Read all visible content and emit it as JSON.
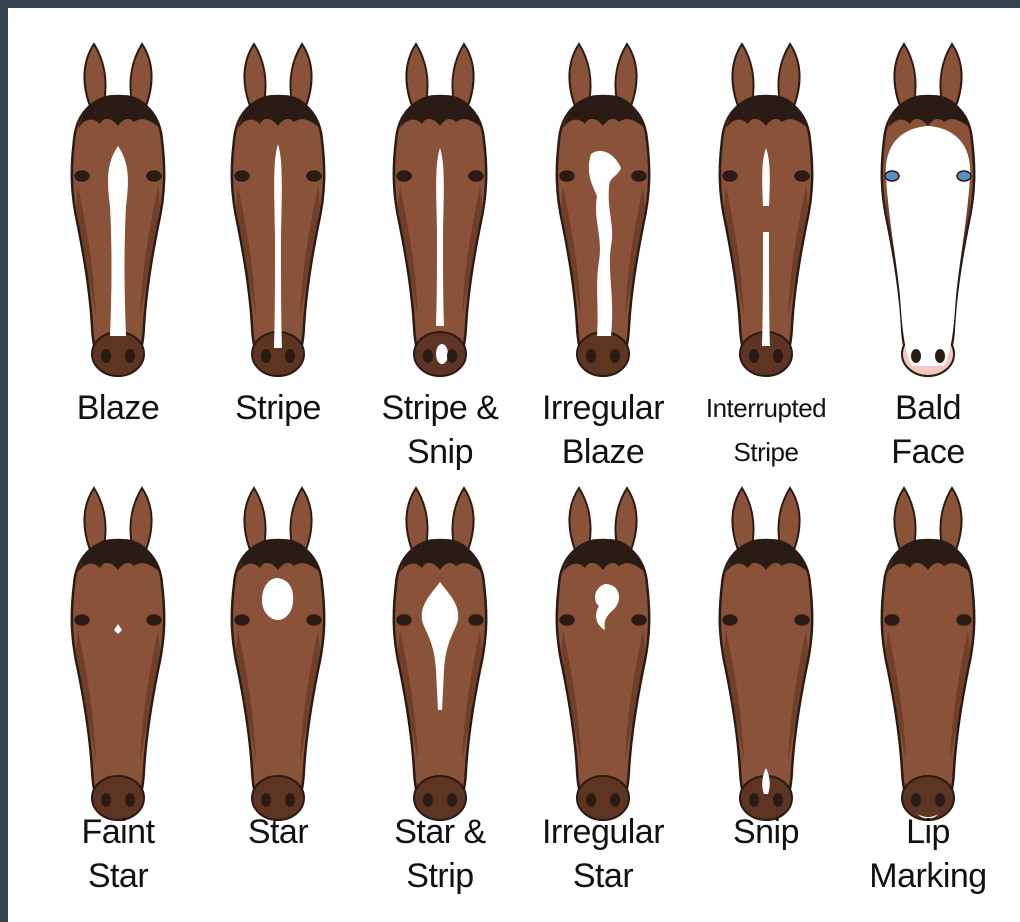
{
  "rows": [
    {
      "items": [
        {
          "marking": "blaze",
          "label_lines": [
            "Blaze"
          ]
        },
        {
          "marking": "stripe",
          "label_lines": [
            "Stripe"
          ]
        },
        {
          "marking": "stripe-snip",
          "label_lines": [
            "Stripe &",
            "Snip"
          ]
        },
        {
          "marking": "irregular-blaze",
          "label_lines": [
            "Irregular",
            "Blaze"
          ]
        },
        {
          "marking": "interrupted-stripe",
          "label_lines": [
            "Interrupted",
            "Stripe"
          ]
        },
        {
          "marking": "bald-face",
          "label_lines": [
            "Bald",
            "Face"
          ]
        }
      ]
    },
    {
      "items": [
        {
          "marking": "faint-star",
          "label_lines": [
            "Faint",
            "Star"
          ]
        },
        {
          "marking": "star",
          "label_lines": [
            "Star"
          ]
        },
        {
          "marking": "star-strip",
          "label_lines": [
            "Star &",
            "Strip"
          ]
        },
        {
          "marking": "irregular-star",
          "label_lines": [
            "Irregular",
            "Star"
          ]
        },
        {
          "marking": "snip",
          "label_lines": [
            "Snip"
          ]
        },
        {
          "marking": "lip-marking",
          "label_lines": [
            "Lip",
            "Marking"
          ]
        }
      ]
    }
  ],
  "colors": {
    "coat": "#8a5238",
    "coat_shadow": "#5e3422",
    "mane": "#2a1b14",
    "marking": "#ffffff",
    "pink_muzzle": "#f2c9bd",
    "blue_eye": "#4f93c9",
    "frame": "#34434d"
  }
}
